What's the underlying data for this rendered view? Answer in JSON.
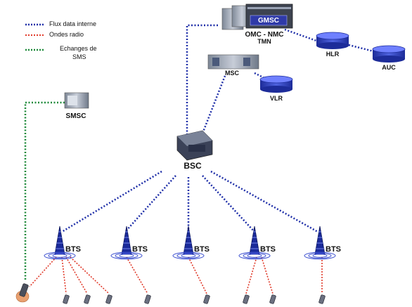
{
  "legend": {
    "items": [
      {
        "label": "Flux data interne",
        "color": "#1f2fa8"
      },
      {
        "label": "Ondes radio",
        "color": "#e03a2a"
      },
      {
        "label": "Echanges de SMS",
        "line1": "Echanges de",
        "line2": "SMS",
        "color": "#1e8a3a"
      }
    ]
  },
  "nodes": {
    "gmsc": "GMSC",
    "omc": "OMC - NMC",
    "tmn": "TMN",
    "hlr": "HLR",
    "auc": "AUC",
    "msc": "MSC",
    "vlr": "VLR",
    "smsc": "SMSC",
    "bsc": "BSC",
    "bts": [
      "BTS",
      "BTS",
      "BTS",
      "BTS",
      "BTS"
    ]
  },
  "colors": {
    "data_flow": "#1f2fa8",
    "radio": "#e03a2a",
    "sms": "#1e8a3a",
    "db_blue": "#2b3fc4",
    "tower_blue": "#1a2a9a"
  }
}
